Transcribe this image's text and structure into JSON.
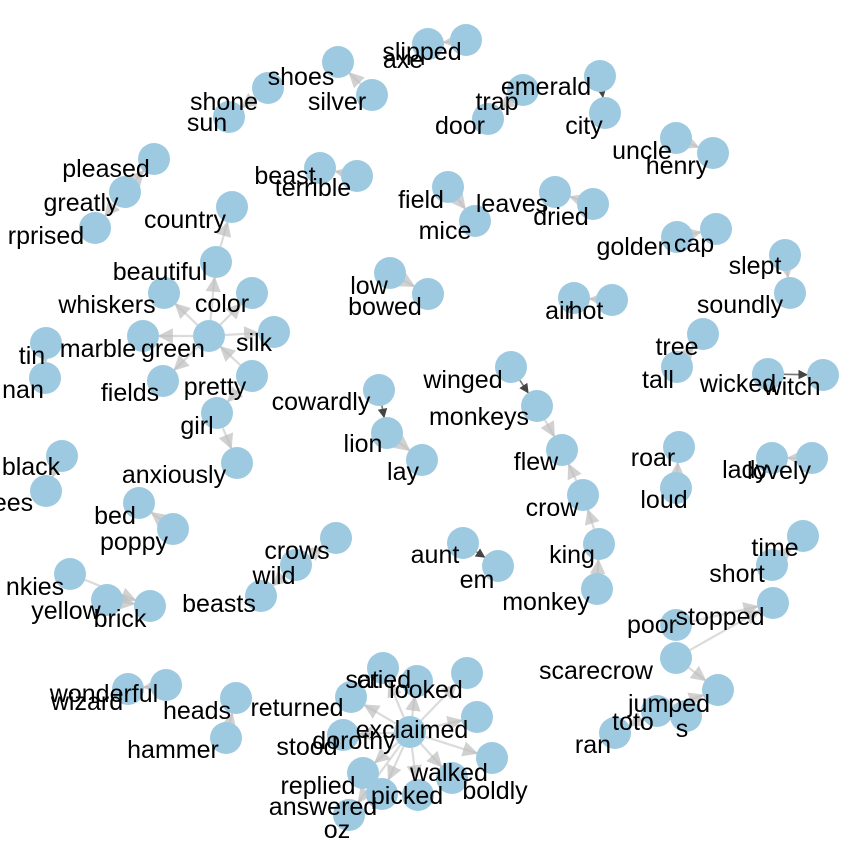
{
  "diagram": {
    "type": "network-graph",
    "node_color": "#9ecae1",
    "edge_color": "#bdbdbd",
    "nodes": [
      {
        "id": "slipped",
        "label": "slipped"
      },
      {
        "id": "axe",
        "label": "axe"
      },
      {
        "id": "shoes",
        "label": "shoes"
      },
      {
        "id": "silver",
        "label": "silver"
      },
      {
        "id": "shone",
        "label": "shone"
      },
      {
        "id": "sun",
        "label": "sun"
      },
      {
        "id": "emerald",
        "label": "emerald"
      },
      {
        "id": "trap",
        "label": "trap"
      },
      {
        "id": "door",
        "label": "door"
      },
      {
        "id": "city",
        "label": "city"
      },
      {
        "id": "uncle",
        "label": "uncle"
      },
      {
        "id": "henry",
        "label": "henry"
      },
      {
        "id": "pleased",
        "label": "pleased"
      },
      {
        "id": "greatly",
        "label": "greatly"
      },
      {
        "id": "surprised",
        "label": "rprised"
      },
      {
        "id": "beast",
        "label": "beast"
      },
      {
        "id": "terrible",
        "label": "terrible"
      },
      {
        "id": "field",
        "label": "field"
      },
      {
        "id": "mice",
        "label": "mice"
      },
      {
        "id": "leaves",
        "label": "leaves"
      },
      {
        "id": "dried",
        "label": "dried"
      },
      {
        "id": "golden",
        "label": "golden"
      },
      {
        "id": "cap",
        "label": "cap"
      },
      {
        "id": "slept",
        "label": "slept"
      },
      {
        "id": "soundly",
        "label": "soundly"
      },
      {
        "id": "country",
        "label": "country"
      },
      {
        "id": "beautiful",
        "label": "beautiful"
      },
      {
        "id": "whiskers",
        "label": "whiskers"
      },
      {
        "id": "color",
        "label": "color"
      },
      {
        "id": "green",
        "label": "green"
      },
      {
        "id": "silk",
        "label": "silk"
      },
      {
        "id": "marble",
        "label": "marble"
      },
      {
        "id": "fields",
        "label": "fields"
      },
      {
        "id": "pretty",
        "label": "pretty"
      },
      {
        "id": "girl",
        "label": "girl"
      },
      {
        "id": "tin",
        "label": "tin"
      },
      {
        "id": "man",
        "label": "nan"
      },
      {
        "id": "low",
        "label": "low"
      },
      {
        "id": "bowed",
        "label": "bowed"
      },
      {
        "id": "air",
        "label": "air"
      },
      {
        "id": "hot",
        "label": "hot"
      },
      {
        "id": "tree",
        "label": "tree"
      },
      {
        "id": "tall",
        "label": "tall"
      },
      {
        "id": "wicked",
        "label": "wicked"
      },
      {
        "id": "witch",
        "label": "witch"
      },
      {
        "id": "cowardly",
        "label": "cowardly"
      },
      {
        "id": "lion",
        "label": "lion"
      },
      {
        "id": "lay",
        "label": "lay"
      },
      {
        "id": "winged",
        "label": "winged"
      },
      {
        "id": "monkeys",
        "label": "monkeys"
      },
      {
        "id": "flew",
        "label": "flew"
      },
      {
        "id": "crow",
        "label": "crow"
      },
      {
        "id": "roar",
        "label": "roar"
      },
      {
        "id": "loud",
        "label": "loud"
      },
      {
        "id": "lady",
        "label": "lady"
      },
      {
        "id": "lovely",
        "label": "lovely"
      },
      {
        "id": "black",
        "label": "black"
      },
      {
        "id": "bees",
        "label": "ees"
      },
      {
        "id": "anxiously",
        "label": "anxiously"
      },
      {
        "id": "bed",
        "label": "bed"
      },
      {
        "id": "poppy",
        "label": "poppy"
      },
      {
        "id": "crows",
        "label": "crows"
      },
      {
        "id": "wild",
        "label": "wild"
      },
      {
        "id": "beasts",
        "label": "beasts"
      },
      {
        "id": "aunt",
        "label": "aunt"
      },
      {
        "id": "em",
        "label": "em"
      },
      {
        "id": "king",
        "label": "king"
      },
      {
        "id": "monkey",
        "label": "monkey"
      },
      {
        "id": "time",
        "label": "time"
      },
      {
        "id": "short",
        "label": "short"
      },
      {
        "id": "munchkins",
        "label": "nkies"
      },
      {
        "id": "yellow",
        "label": "yellow"
      },
      {
        "id": "brick",
        "label": "brick"
      },
      {
        "id": "poor",
        "label": "poor"
      },
      {
        "id": "stopped",
        "label": "stopped"
      },
      {
        "id": "scarecrow",
        "label": "scarecrow"
      },
      {
        "id": "jumped",
        "label": "jumped"
      },
      {
        "id": "s",
        "label": "s"
      },
      {
        "id": "toto",
        "label": "toto"
      },
      {
        "id": "ran",
        "label": "ran"
      },
      {
        "id": "wonderful",
        "label": "wonderful"
      },
      {
        "id": "wizard",
        "label": "wizard"
      },
      {
        "id": "heads",
        "label": "heads"
      },
      {
        "id": "hammer",
        "label": "hammer"
      },
      {
        "id": "returned",
        "label": "returned"
      },
      {
        "id": "sat",
        "label": "sat"
      },
      {
        "id": "cried",
        "label": "cried"
      },
      {
        "id": "looked",
        "label": "looked"
      },
      {
        "id": "exclaimed",
        "label": "exclaimed"
      },
      {
        "id": "stood",
        "label": "stood"
      },
      {
        "id": "dorothy",
        "label": "dorothy"
      },
      {
        "id": "walked",
        "label": "walked"
      },
      {
        "id": "replied",
        "label": "replied"
      },
      {
        "id": "answered",
        "label": "answered"
      },
      {
        "id": "picked",
        "label": "picked"
      },
      {
        "id": "boldly",
        "label": "boldly"
      },
      {
        "id": "oz",
        "label": "oz"
      }
    ],
    "edges": [
      [
        "slipped",
        "axe"
      ],
      [
        "silver",
        "shoes"
      ],
      [
        "shone",
        "sun"
      ],
      [
        "emerald",
        "city"
      ],
      [
        "trap",
        "door"
      ],
      [
        "uncle",
        "henry"
      ],
      [
        "greatly",
        "pleased"
      ],
      [
        "greatly",
        "surprised"
      ],
      [
        "terrible",
        "beast"
      ],
      [
        "field",
        "mice"
      ],
      [
        "dried",
        "leaves"
      ],
      [
        "golden",
        "cap"
      ],
      [
        "slept",
        "soundly"
      ],
      [
        "beautiful",
        "country"
      ],
      [
        "green",
        "whiskers"
      ],
      [
        "green",
        "color"
      ],
      [
        "green",
        "silk"
      ],
      [
        "green",
        "marble"
      ],
      [
        "green",
        "fields"
      ],
      [
        "green",
        "beautiful"
      ],
      [
        "pretty",
        "green"
      ],
      [
        "pretty",
        "girl"
      ],
      [
        "tin",
        "man"
      ],
      [
        "low",
        "bowed"
      ],
      [
        "hot",
        "air"
      ],
      [
        "tall",
        "tree"
      ],
      [
        "wicked",
        "witch"
      ],
      [
        "cowardly",
        "lion"
      ],
      [
        "lion",
        "lay"
      ],
      [
        "winged",
        "monkeys"
      ],
      [
        "monkeys",
        "flew"
      ],
      [
        "crow",
        "flew"
      ],
      [
        "loud",
        "roar"
      ],
      [
        "lovely",
        "lady"
      ],
      [
        "black",
        "bees"
      ],
      [
        "girl",
        "anxiously"
      ],
      [
        "poppy",
        "bed"
      ],
      [
        "wild",
        "crows"
      ],
      [
        "wild",
        "beasts"
      ],
      [
        "aunt",
        "em"
      ],
      [
        "king",
        "crow"
      ],
      [
        "monkey",
        "king"
      ],
      [
        "short",
        "time"
      ],
      [
        "yellow",
        "brick"
      ],
      [
        "munchkins",
        "brick"
      ],
      [
        "poor",
        "stopped"
      ],
      [
        "scarecrow",
        "stopped"
      ],
      [
        "scarecrow",
        "jumped"
      ],
      [
        "toto",
        "jumped"
      ],
      [
        "toto",
        "ran"
      ],
      [
        "wonderful",
        "wizard"
      ],
      [
        "hammer",
        "heads"
      ],
      [
        "dorothy",
        "returned"
      ],
      [
        "dorothy",
        "sat"
      ],
      [
        "dorothy",
        "cried"
      ],
      [
        "dorothy",
        "looked"
      ],
      [
        "dorothy",
        "exclaimed"
      ],
      [
        "dorothy",
        "stood"
      ],
      [
        "dorothy",
        "walked"
      ],
      [
        "dorothy",
        "replied"
      ],
      [
        "dorothy",
        "answered"
      ],
      [
        "dorothy",
        "picked"
      ],
      [
        "dorothy",
        "boldly"
      ],
      [
        "dorothy",
        "oz"
      ]
    ]
  }
}
